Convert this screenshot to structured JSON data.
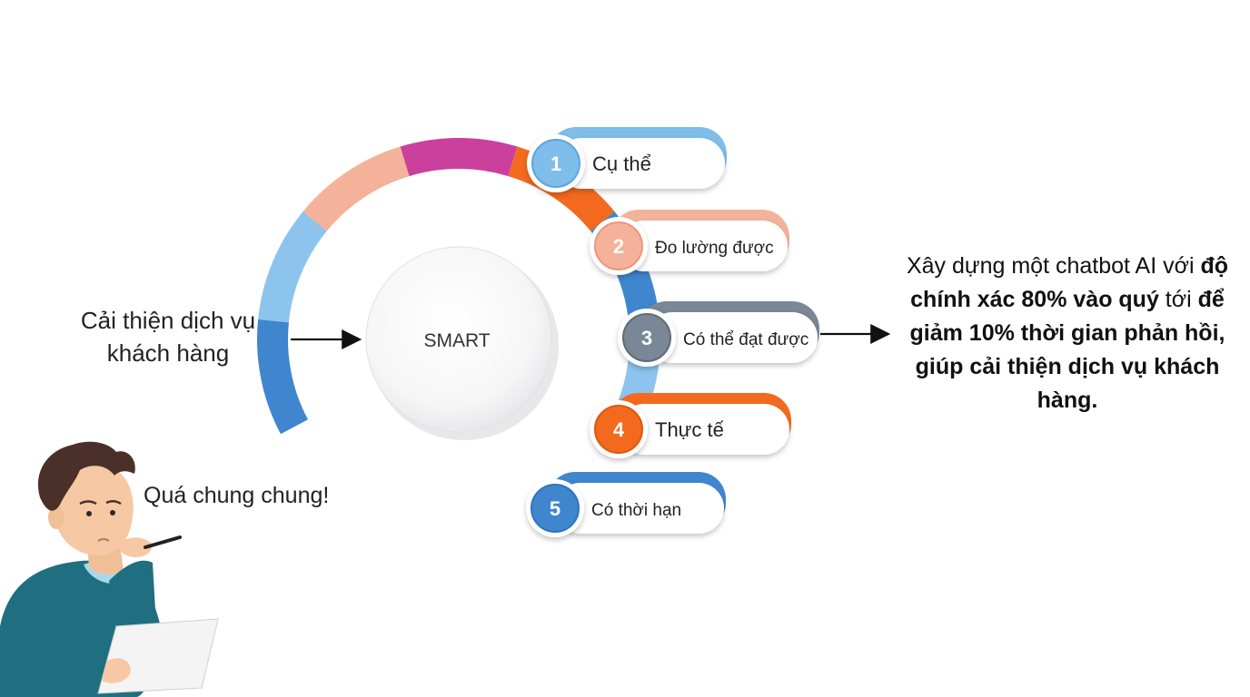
{
  "goal": {
    "line1": "Cải thiện dịch vụ",
    "line2": "khách hàng"
  },
  "center": {
    "label": "SMART"
  },
  "steps": [
    {
      "number": "1",
      "label": "Cụ thể",
      "color": "#7fbdea",
      "dark": "#5aa6df"
    },
    {
      "number": "2",
      "label": "Đo lường được",
      "color": "#f4b29a",
      "dark": "#ef957a"
    },
    {
      "number": "3",
      "label": "Có thể đạt được",
      "color": "#7a8796",
      "dark": "#5e6b7a"
    },
    {
      "number": "4",
      "label": "Thực tế",
      "color": "#f36a1f",
      "dark": "#e4540e"
    },
    {
      "number": "5",
      "label": "Có thời hạn",
      "color": "#3f86cf",
      "dark": "#2f74c0"
    }
  ],
  "arc_colors": [
    "#3f86cf",
    "#8cc4ee",
    "#f4b29a",
    "#cb3f9d",
    "#f36a1f",
    "#3f86cf",
    "#8cc4ee"
  ],
  "result": {
    "part1": "Xây dựng một chatbot AI với ",
    "part2": "độ chính xác 80% vào quý",
    "part3": " tới ",
    "part4": "để giảm 10% thời gian phản hồi, giúp cải thiện dịch vụ khách hàng."
  },
  "thought": {
    "text": "Quá chung chung!"
  },
  "person": {
    "icon": "thinking-person-icon"
  }
}
